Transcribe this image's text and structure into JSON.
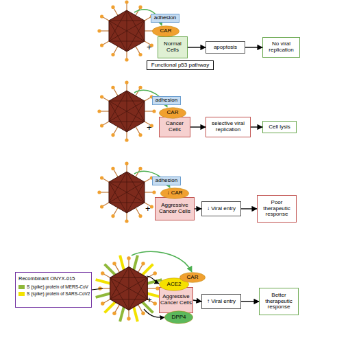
{
  "diagram": {
    "nodes": [
      {
        "text": [
          "adhesion"
        ]
      },
      {
        "text": [
          "CAR"
        ]
      },
      {
        "text": [
          "Normal Cells"
        ]
      },
      {
        "text": [
          "Functional p53 pathway"
        ]
      },
      {
        "text": [
          "apoptosis"
        ]
      },
      {
        "text": [
          "No viral replication"
        ]
      },
      {
        "text": [
          "adhesion"
        ]
      },
      {
        "text": [
          "CAR"
        ]
      },
      {
        "text": [
          "Cancer Cells"
        ]
      },
      {
        "text": [
          "selective viral replication"
        ]
      },
      {
        "text": [
          "Cell lysis"
        ]
      },
      {
        "text": [
          "adhesion"
        ]
      },
      {
        "text": [
          "↓ CAR"
        ]
      },
      {
        "text": [
          "Aggressive Cancer Cells"
        ]
      },
      {
        "text": [
          "↓ Viral entry"
        ]
      },
      {
        "text": [
          "Poor therapeutic response"
        ]
      },
      {
        "text": [
          "ACE2"
        ]
      },
      {
        "text": [
          "CAR"
        ]
      },
      {
        "text": [
          "Aggressive Cancer Cells"
        ]
      },
      {
        "text": [
          "DPP4"
        ]
      },
      {
        "text": [
          "↑ Viral entry"
        ]
      },
      {
        "text": [
          "Better therapeutic response"
        ]
      }
    ],
    "edges": [
      {
        "from": 2,
        "to": 4,
        "arrow": "to"
      },
      {
        "from": 4,
        "to": 5,
        "arrow": "to"
      },
      {
        "from": 8,
        "to": 9,
        "arrow": "to"
      },
      {
        "from": 9,
        "to": 10,
        "arrow": "to"
      },
      {
        "from": 13,
        "to": 14,
        "arrow": "to"
      },
      {
        "from": 14,
        "to": 15,
        "arrow": "to"
      },
      {
        "from": 18,
        "to": 20,
        "arrow": "to"
      },
      {
        "from": 20,
        "to": 21,
        "arrow": "to"
      }
    ],
    "labels": [
      "+",
      "+",
      "+",
      "+",
      "Recombinant ONYX-015"
    ],
    "legend": [
      {
        "text": "S (spike) protein of MERS-CoV",
        "color": "#8fb83a"
      },
      {
        "text": "S (spike) protein of SARS-CoV2",
        "color": "#f2e200"
      }
    ]
  }
}
